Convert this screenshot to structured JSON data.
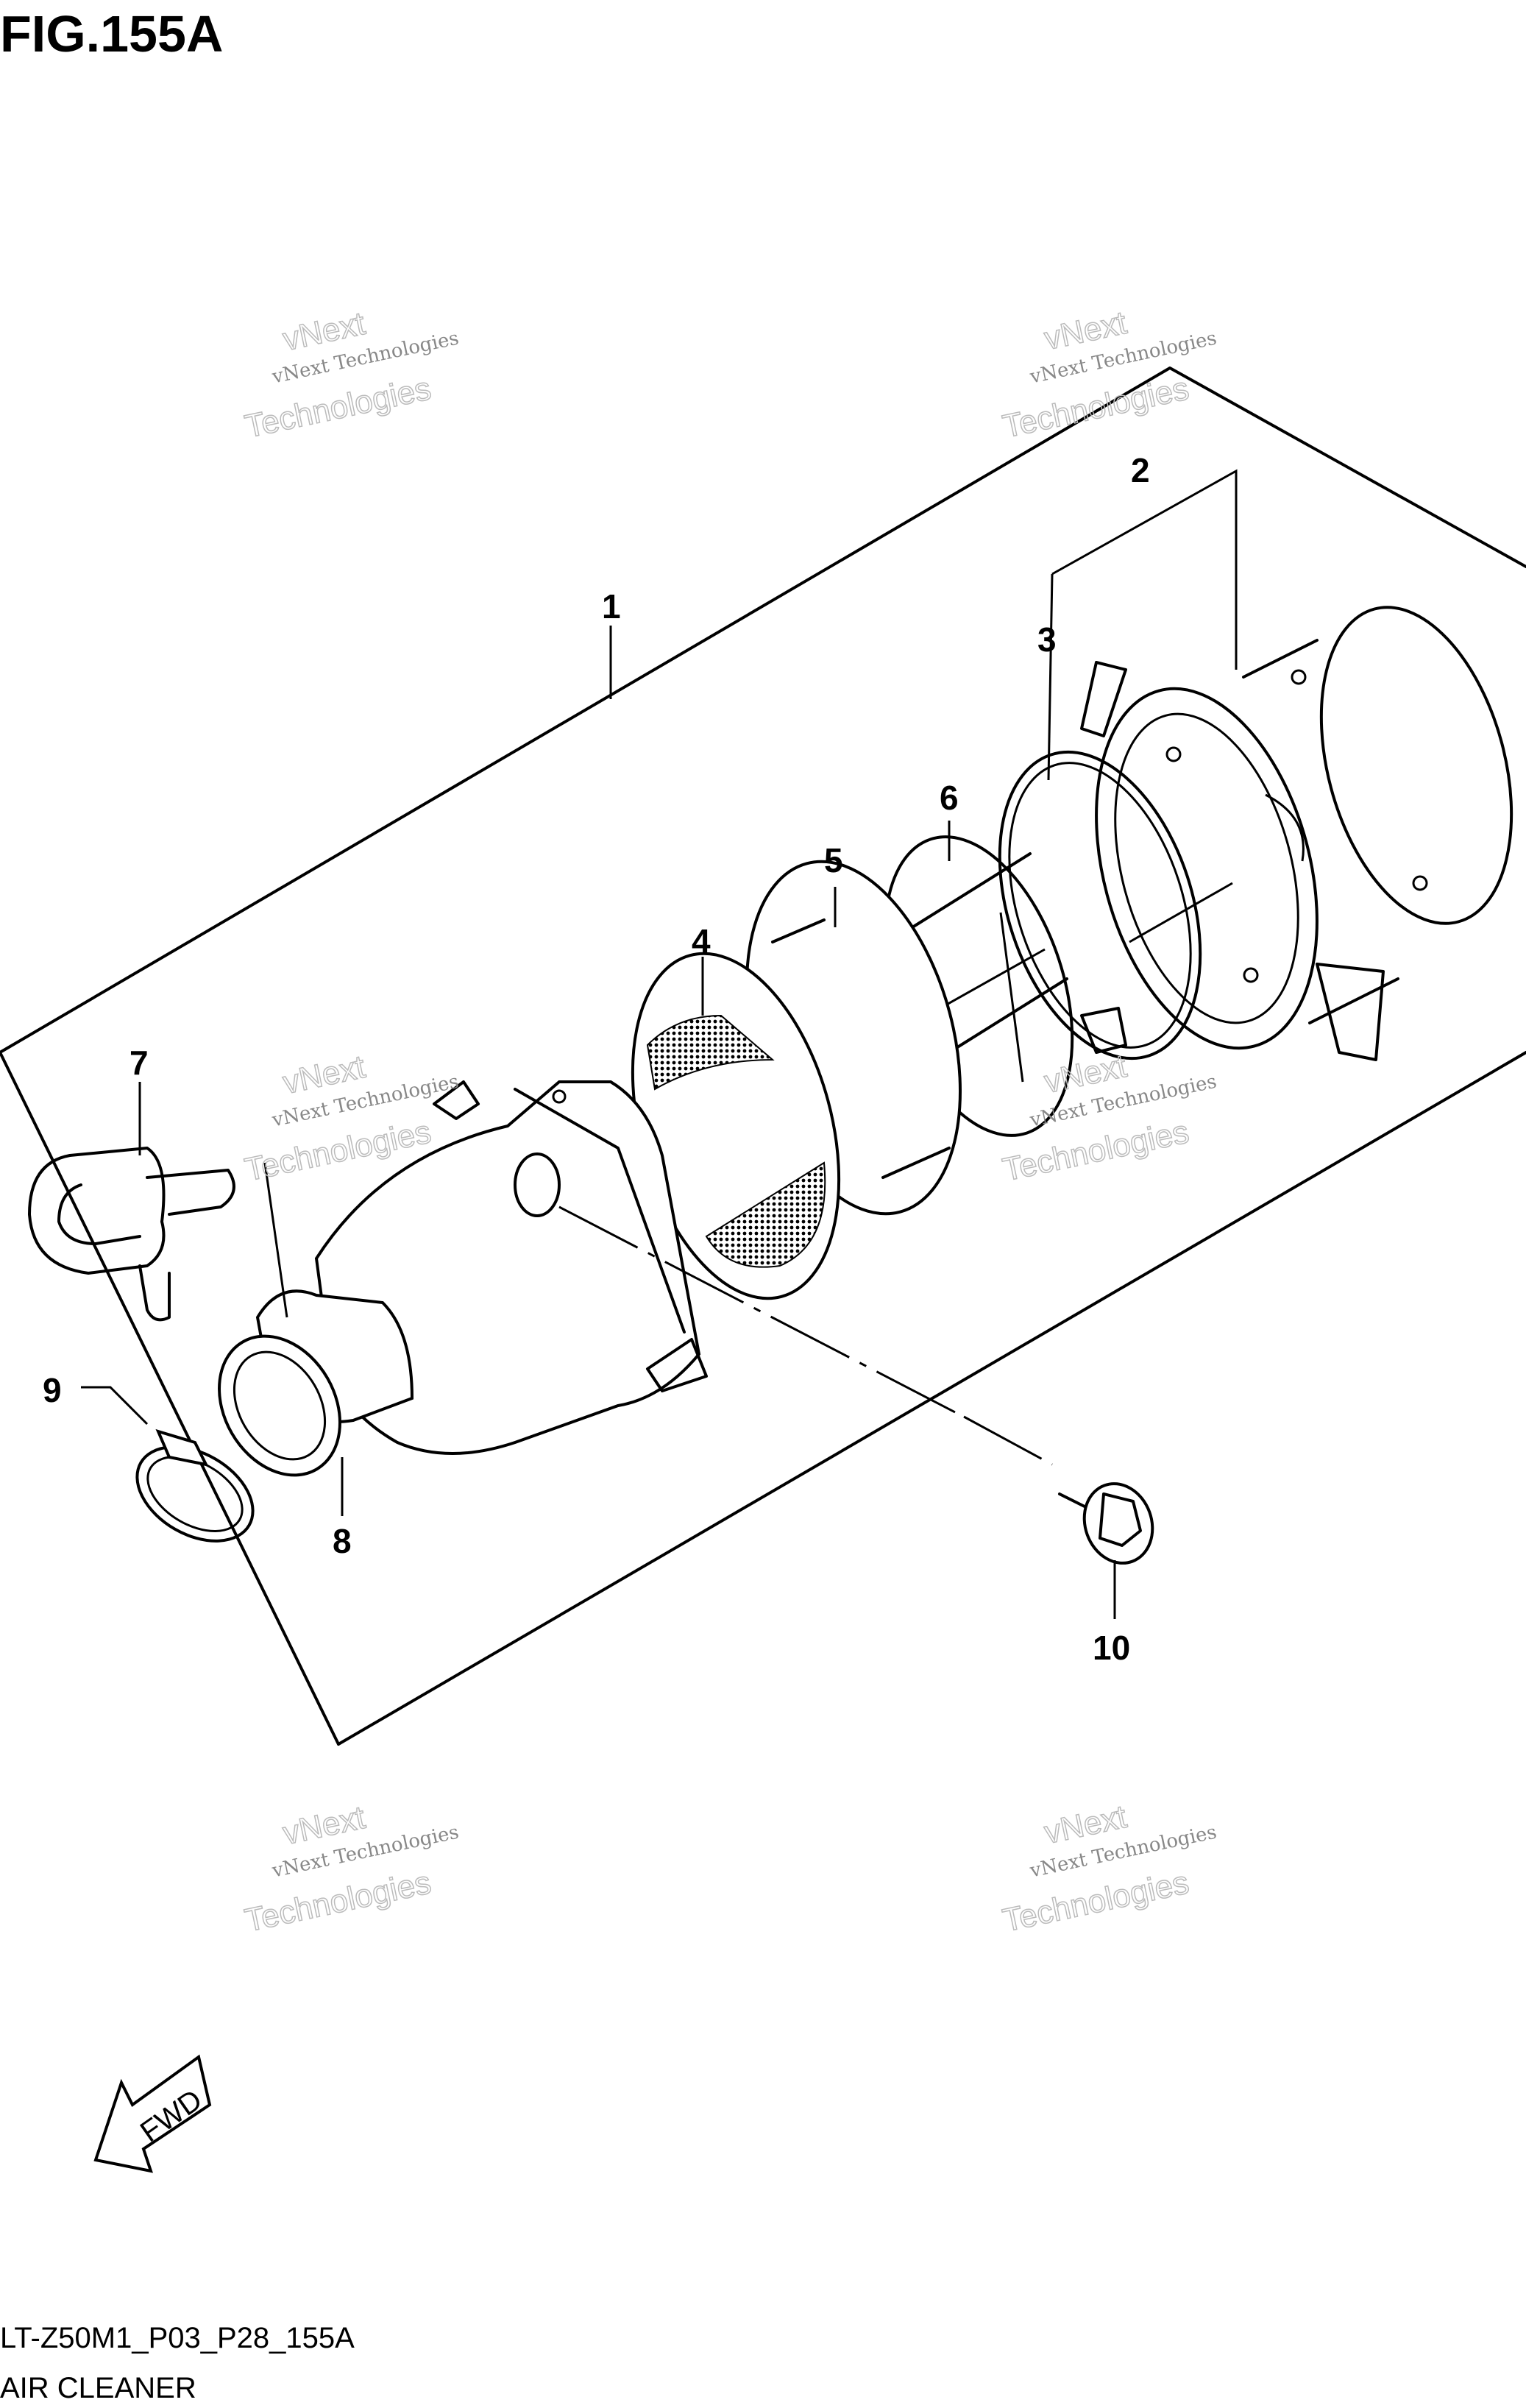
{
  "figure": {
    "title": "FIG.155A",
    "code": "LT-Z50M1_P03_P28_155A",
    "caption": "AIR CLEANER",
    "fwd_label": "FWD"
  },
  "callouts": [
    "1",
    "2",
    "3",
    "4",
    "5",
    "6",
    "7",
    "8",
    "9",
    "10"
  ],
  "watermark": {
    "line1": "vNext Technologies",
    "line2": "vNext",
    "line3": "Technologies"
  }
}
